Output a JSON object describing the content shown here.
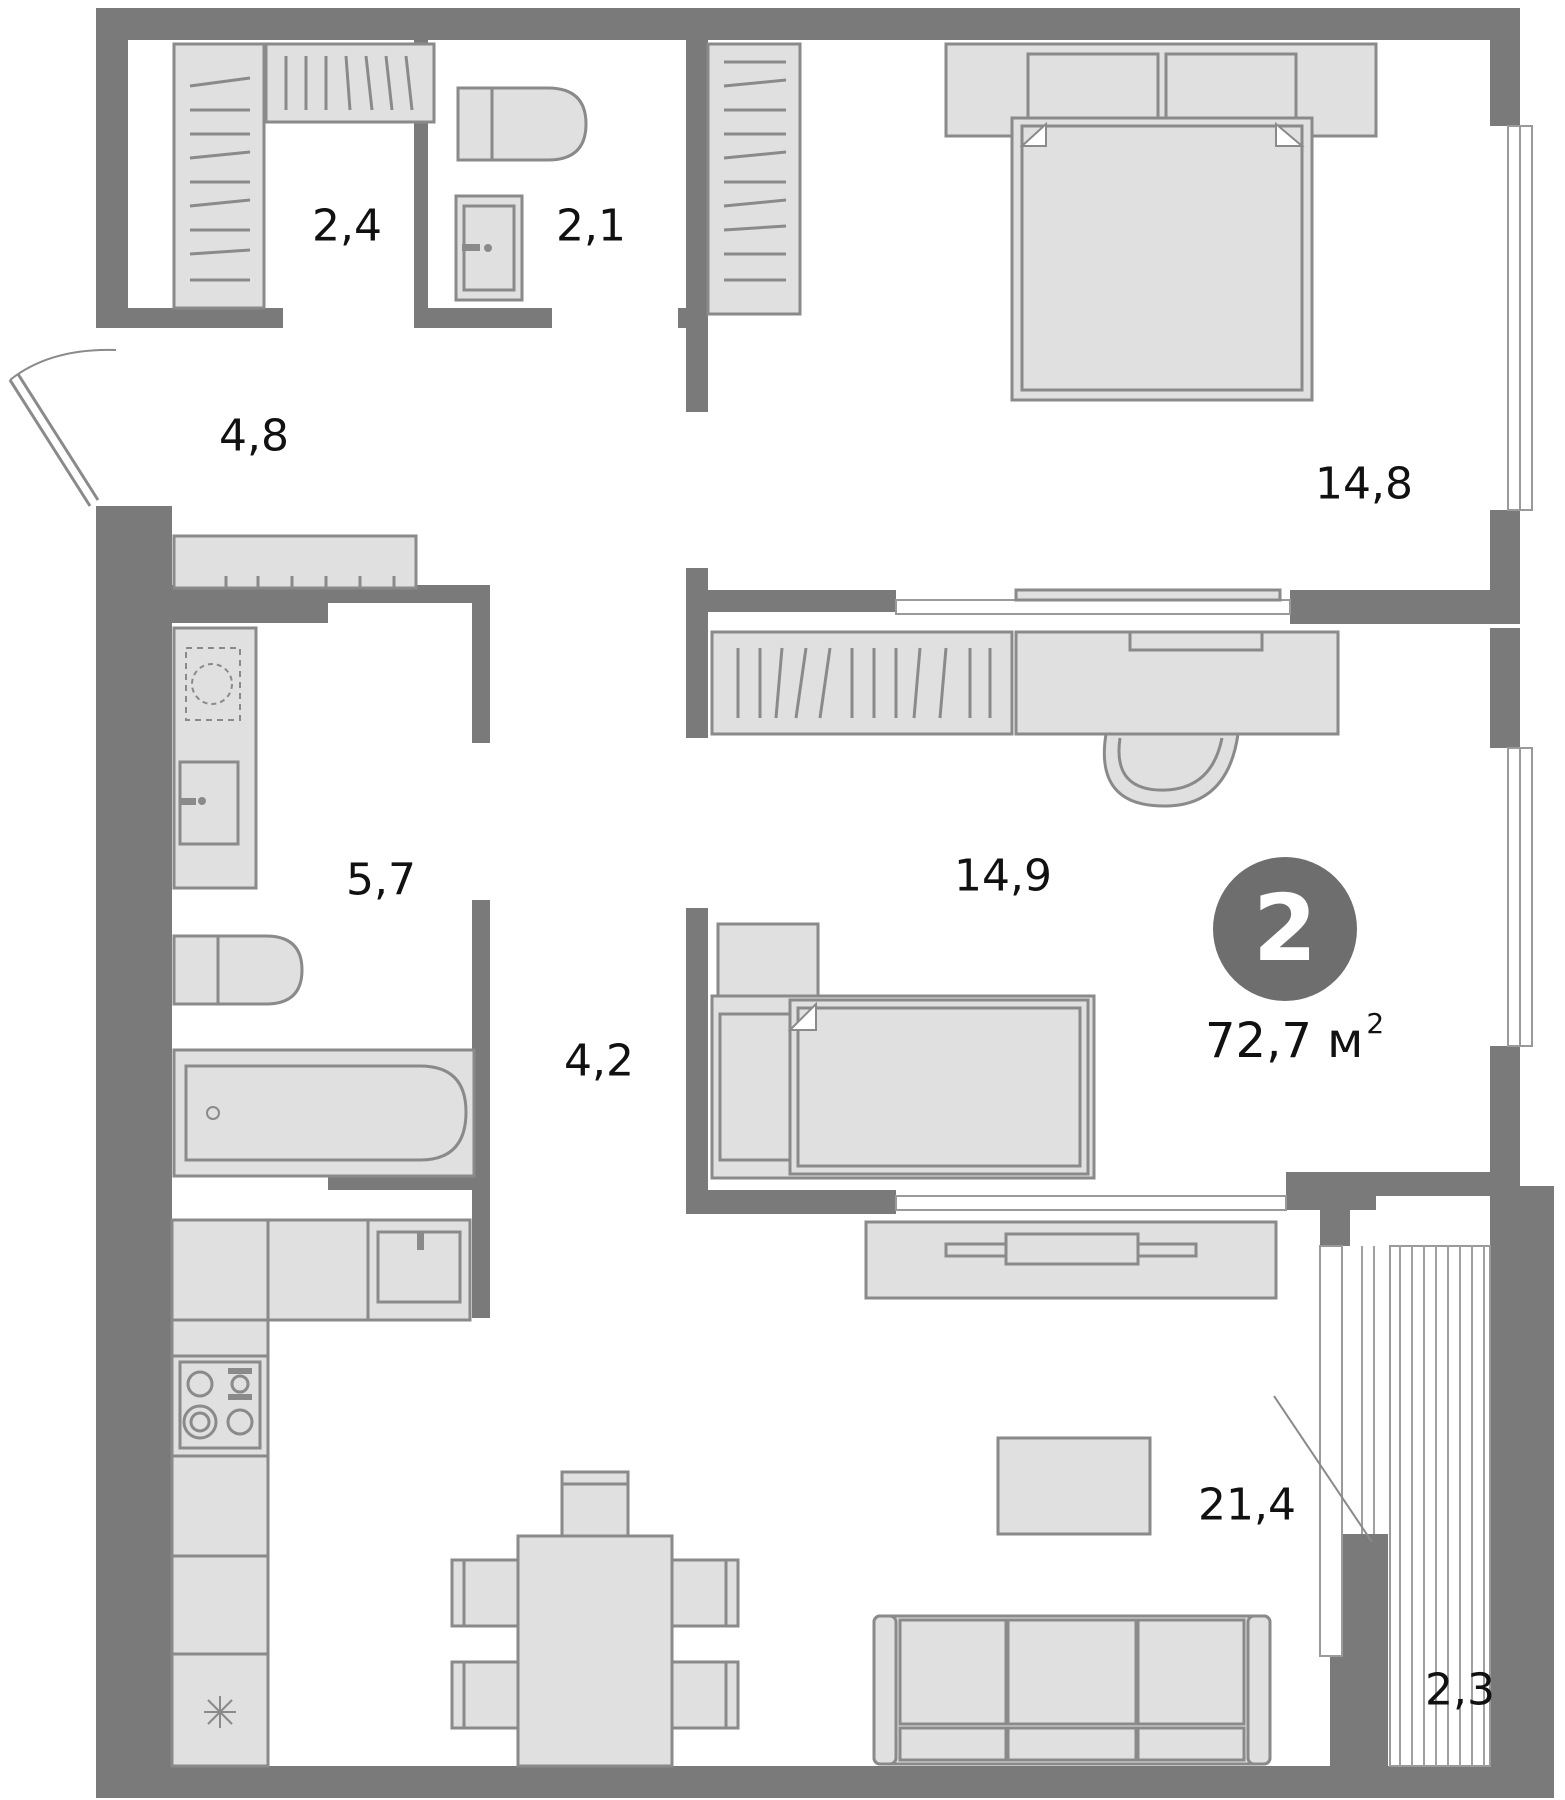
{
  "plan": {
    "rooms_count": "2",
    "total_area": "72,7",
    "area_unit": "м",
    "area_unit_sup": "2",
    "rooms": [
      {
        "id": "closet",
        "area": "2,4"
      },
      {
        "id": "toilet",
        "area": "2,1"
      },
      {
        "id": "hall",
        "area": "4,8"
      },
      {
        "id": "bedroom-1",
        "area": "14,8"
      },
      {
        "id": "bathroom",
        "area": "5,7"
      },
      {
        "id": "bedroom-2",
        "area": "14,9"
      },
      {
        "id": "corridor",
        "area": "4,2"
      },
      {
        "id": "living-kitchen",
        "area": "21,4"
      },
      {
        "id": "balcony",
        "area": "2,3"
      }
    ]
  },
  "colors": {
    "wall": "#7a7a7a",
    "furniture_fill": "#e0e0e0",
    "furniture_stroke": "#8a8a8a",
    "badge": "#6e6e6e"
  }
}
